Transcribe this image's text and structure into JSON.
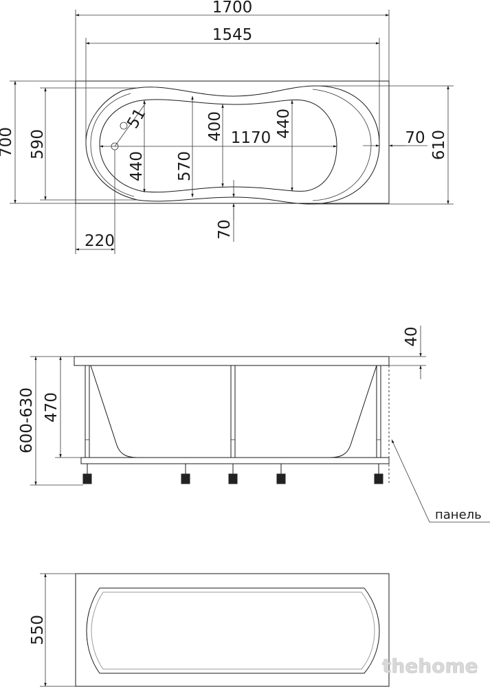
{
  "top_view": {
    "overall_length": "1700",
    "rim_length": "1545",
    "overall_width": "700",
    "inner_width": "590",
    "outer_width": "610",
    "drain_radius": "51",
    "bowl_length": "1170",
    "mid_width": "400",
    "right_end_width": "440",
    "left_end_width": "440",
    "waist_width": "570",
    "right_offset": "70",
    "bottom_offset": "70",
    "drain_offset": "220"
  },
  "side_view": {
    "rim_height": "40",
    "total_height": "600-630",
    "bowl_height": "470",
    "panel_label": "панель"
  },
  "end_view": {
    "panel_height": "550"
  },
  "watermark": "thehome"
}
